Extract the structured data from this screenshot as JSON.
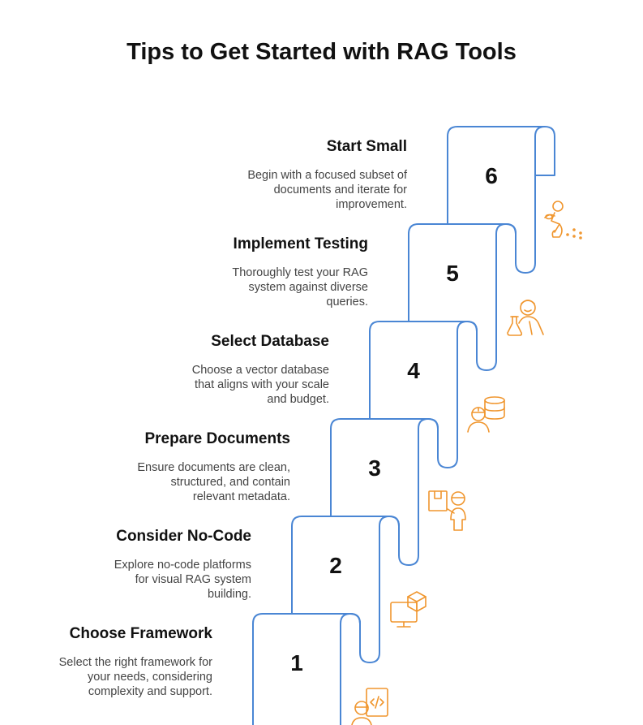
{
  "title": "Tips to Get Started with RAG Tools",
  "colors": {
    "scroll_stroke": "#4a86d4",
    "icon_stroke": "#f0962e",
    "text": "#111111",
    "desc": "#444444"
  },
  "steps": [
    {
      "number": "1",
      "title": "Choose Framework",
      "description": "Select the right framework for your needs, considering complexity and support.",
      "icon": "developer-code-icon"
    },
    {
      "number": "2",
      "title": "Consider No-Code",
      "description": "Explore no-code platforms for visual RAG system building.",
      "icon": "monitor-cube-icon"
    },
    {
      "number": "3",
      "title": "Prepare Documents",
      "description": "Ensure documents are clean, structured, and contain relevant metadata.",
      "icon": "worker-box-icon"
    },
    {
      "number": "4",
      "title": "Select Database",
      "description": "Choose a vector database that aligns with your scale and budget.",
      "icon": "worker-database-icon"
    },
    {
      "number": "5",
      "title": "Implement Testing",
      "description": "Thoroughly test your RAG system against diverse queries.",
      "icon": "scientist-flask-icon"
    },
    {
      "number": "6",
      "title": "Start Small",
      "description": "Begin with a focused subset of documents and iterate for improvement.",
      "icon": "person-watering-icon"
    }
  ]
}
